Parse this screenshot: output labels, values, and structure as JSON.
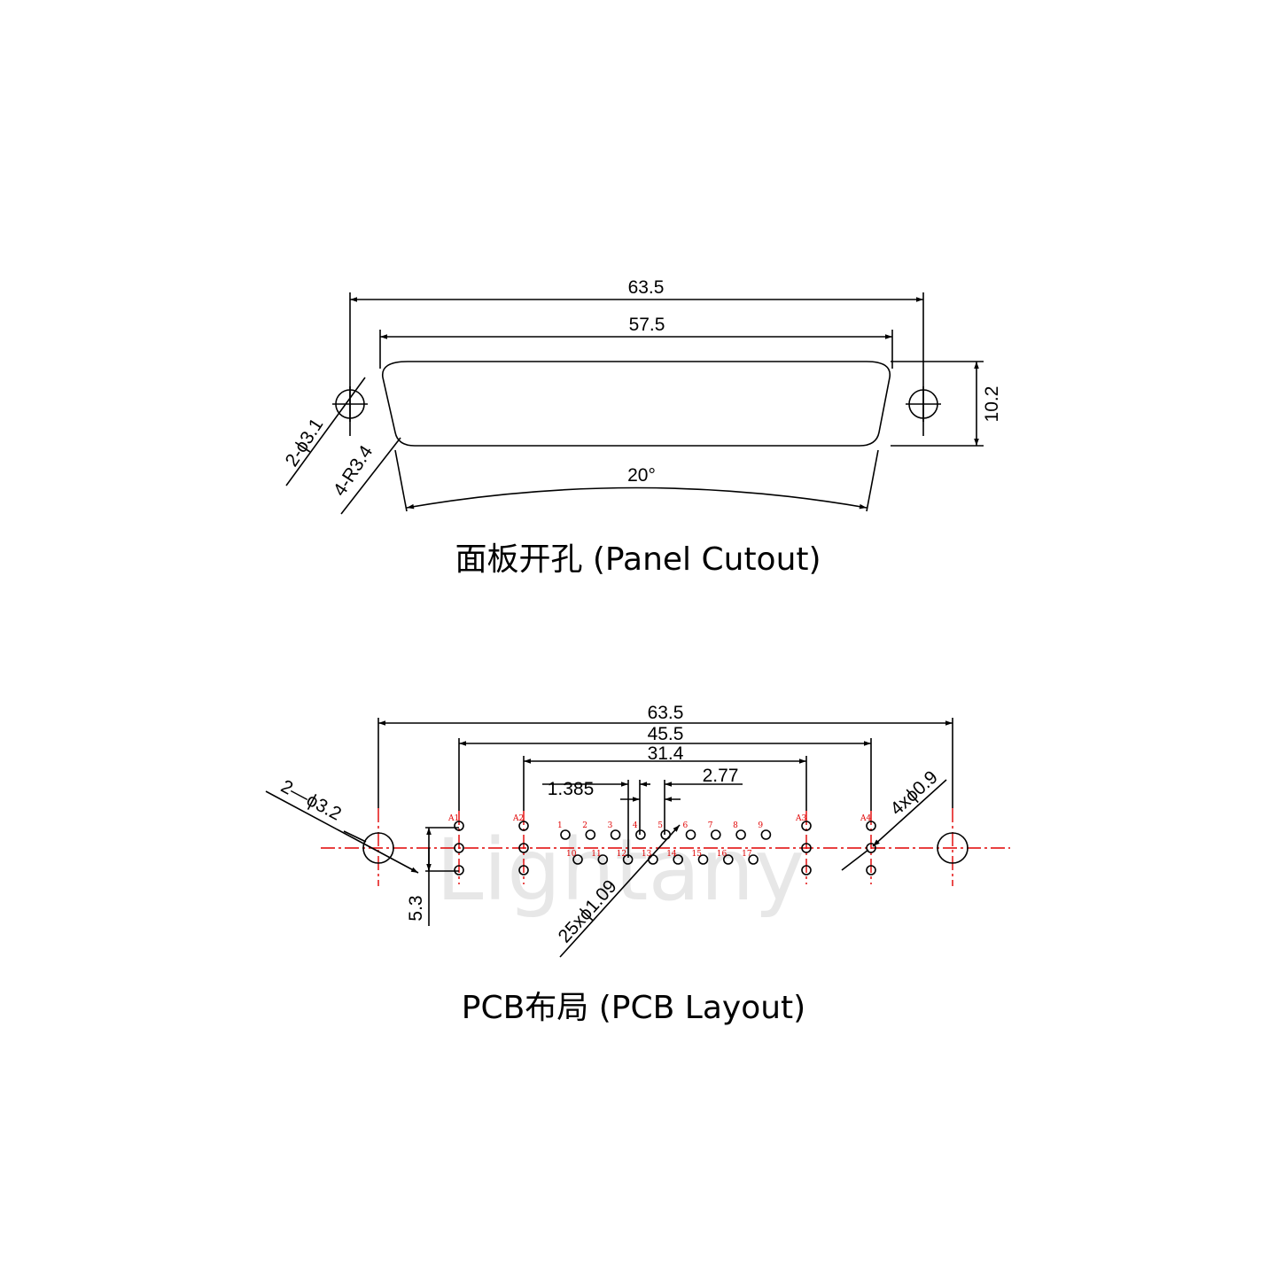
{
  "panel": {
    "title": "面板开孔 (Panel Cutout)",
    "dim_overall": "63.5",
    "dim_cutout": "57.5",
    "dim_height": "10.2",
    "dim_angle": "20°",
    "dim_holes": "2-ϕ3.1",
    "dim_radius": "4-R3.4"
  },
  "pcb": {
    "title": "PCB布局 (PCB Layout)",
    "dim_overall": "63.5",
    "dim_coax": "45.5",
    "dim_signal": "31.4",
    "dim_pitch_half": "1.385",
    "dim_pitch": "2.77",
    "dim_mount": "2—ϕ3.2",
    "dim_coax_holes": "4xϕ0.9",
    "dim_signal_holes": "25xϕ1.09",
    "dim_row": "5.3",
    "coax_labels": [
      "A1",
      "A2",
      "A3",
      "A4"
    ],
    "top_pins": [
      "1",
      "2",
      "3",
      "4",
      "5",
      "6",
      "7",
      "8",
      "9"
    ],
    "bottom_pins": [
      "10",
      "11",
      "12",
      "13",
      "14",
      "15",
      "16",
      "17"
    ]
  },
  "watermark": "Lightany",
  "colors": {
    "line": "#000000",
    "centerline": "#e00000",
    "pin_label": "#e00000"
  }
}
